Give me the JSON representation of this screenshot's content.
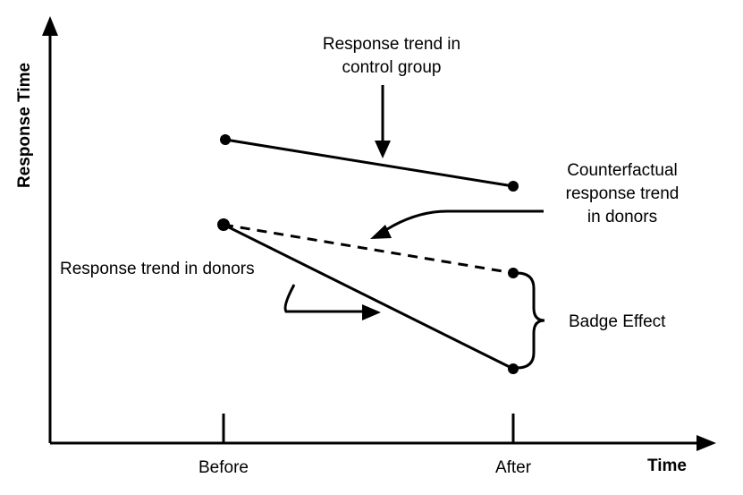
{
  "axes": {
    "y_label": "Response Time",
    "x_label": "Time",
    "x_ticks": [
      "Before",
      "After"
    ]
  },
  "annotations": {
    "control_line_1": "Response trend in",
    "control_line_2": "control group",
    "counterfactual_line_1": "Counterfactual",
    "counterfactual_line_2": "response trend",
    "counterfactual_line_3": "in donors",
    "donors": "Response trend in donors",
    "badge_effect": "Badge Effect"
  },
  "colors": {
    "ink": "#000000",
    "background": "#ffffff"
  }
}
